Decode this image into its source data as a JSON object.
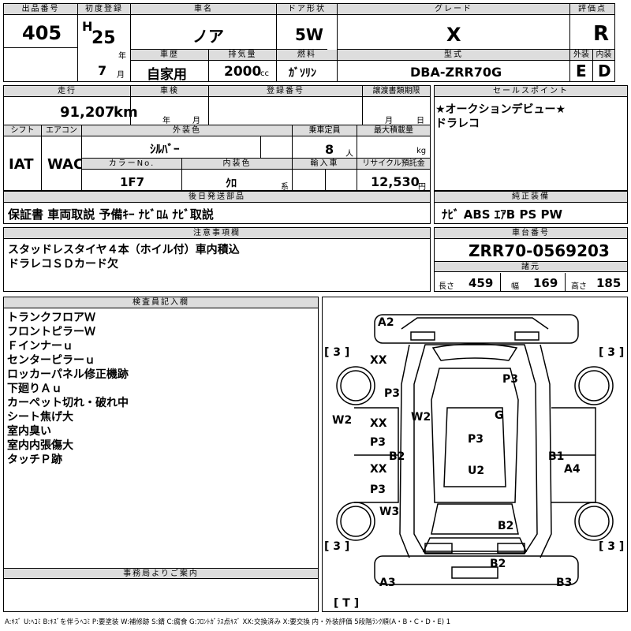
{
  "top": {
    "lot_label": "出品番号",
    "lot": "405",
    "first_reg_label": "初度登録",
    "era": "H",
    "year": "25",
    "year_unit": "年",
    "month": "7",
    "month_unit": "月",
    "car_name_label": "車名",
    "car_name": "ノア",
    "history_label": "車歴",
    "history": "自家用",
    "displacement_label": "排気量",
    "displacement": "2000",
    "displacement_unit": "cc",
    "door_label": "ドア形状",
    "door": "5W",
    "fuel_label": "燃料",
    "fuel": "ｶﾞｿﾘﾝ",
    "grade_label": "グレード",
    "grade": "X",
    "model_label": "型式",
    "model": "DBA-ZRR70G",
    "score_label": "評価点",
    "score": "R",
    "ext_label": "外装",
    "ext": "E",
    "int_label": "内装",
    "int": "D"
  },
  "row2": {
    "mileage_label": "走行",
    "mileage": "91,207",
    "mileage_unit": "km",
    "inspection_label": "車検",
    "year_unit": "年",
    "month_unit": "月",
    "reg_label": "登録番号",
    "transfer_label": "譲渡書類期限",
    "day_unit": "日",
    "shift_label": "シフト",
    "shift": "IAT",
    "ac_label": "エアコン",
    "ac": "WAC",
    "ext_color_label": "外装色",
    "ext_color": "ｼﾙﾊﾞｰ",
    "capacity_label": "乗車定員",
    "capacity": "8",
    "capacity_unit": "人",
    "max_load_label": "最大積載量",
    "max_load_unit": "kg",
    "color_no_label": "カラーNo.",
    "color_no": "1F7",
    "int_color_label": "内装色",
    "int_color": "ｸﾛ",
    "int_color_unit": "系",
    "import_label": "輸入車",
    "recycle_label": "リサイクル預託金",
    "recycle": "12,530",
    "recycle_unit": "円"
  },
  "sales": {
    "label": "セールスポイント",
    "lines": [
      "★オークションデビュー★",
      "ドラレコ"
    ]
  },
  "later": {
    "label": "後日発送部品",
    "value": "保証書 車両取説 予備ｷｰ ﾅﾋﾞﾛﾑ ﾅﾋﾞ取説"
  },
  "equip": {
    "label": "純正装備",
    "value": "ﾅﾋﾞ ABS ｴｱB PS PW"
  },
  "notes": {
    "label": "注意事項欄",
    "lines": [
      "スタッドレスタイヤ４本（ホイル付）車内積込",
      "ドラレコＳＤカード欠"
    ]
  },
  "chassis": {
    "label": "車台番号",
    "value": "ZRR70-0569203"
  },
  "dims": {
    "label": "諸元",
    "length_label": "長さ",
    "length": "459",
    "width_label": "幅",
    "width": "169",
    "height_label": "高さ",
    "height": "185"
  },
  "inspector": {
    "label": "検査員記入欄",
    "lines": [
      "トランクフロアＷ",
      "フロントピラーＷ",
      "Ｆインナーｕ",
      "センターピラーｕ",
      "ロッカーパネル修正機跡",
      "下廻りＡｕ",
      "カーペット切れ・破れ中",
      "シート焦げ大",
      "室内臭い",
      "室内内張傷大",
      "タッチＰ跡"
    ]
  },
  "office": {
    "label": "事務局よりご案内"
  },
  "diagram": {
    "marks": {
      "a2": "A2",
      "tl3": "[ 3 ]",
      "tr3": "[ 3 ]",
      "xx1": "XX",
      "p3_top_left": "P3",
      "p3_top_right": "P3",
      "w2_left": "W2",
      "xx2": "XX",
      "w2_mid": "W2",
      "g": "G",
      "p3_l2": "P3",
      "p3_center": "P3",
      "b2_left": "B2",
      "b1": "B1",
      "xx3": "XX",
      "a4": "A4",
      "u2": "U2",
      "p3_l3": "P3",
      "w3": "W3",
      "b2_center": "B2",
      "bl3": "[ 3 ]",
      "br3": "[ 3 ]",
      "b2_bottom": "B2",
      "a3": "A3",
      "b3": "B3",
      "t": "[ T ]"
    }
  },
  "legend": "A:ｷｽﾞ U:ﾍｺﾐ B:ｷｽﾞを伴うﾍｺﾐ P:要塗装 W:補修跡 S:錆 C:腐食 G:ﾌﾛﾝﾄｶﾞﾗｽ点ｷｽﾞ XX:交換済み X:要交換 内・外装評価 5段階ﾗﾝｸ順(A・B・C・D・E) 1"
}
